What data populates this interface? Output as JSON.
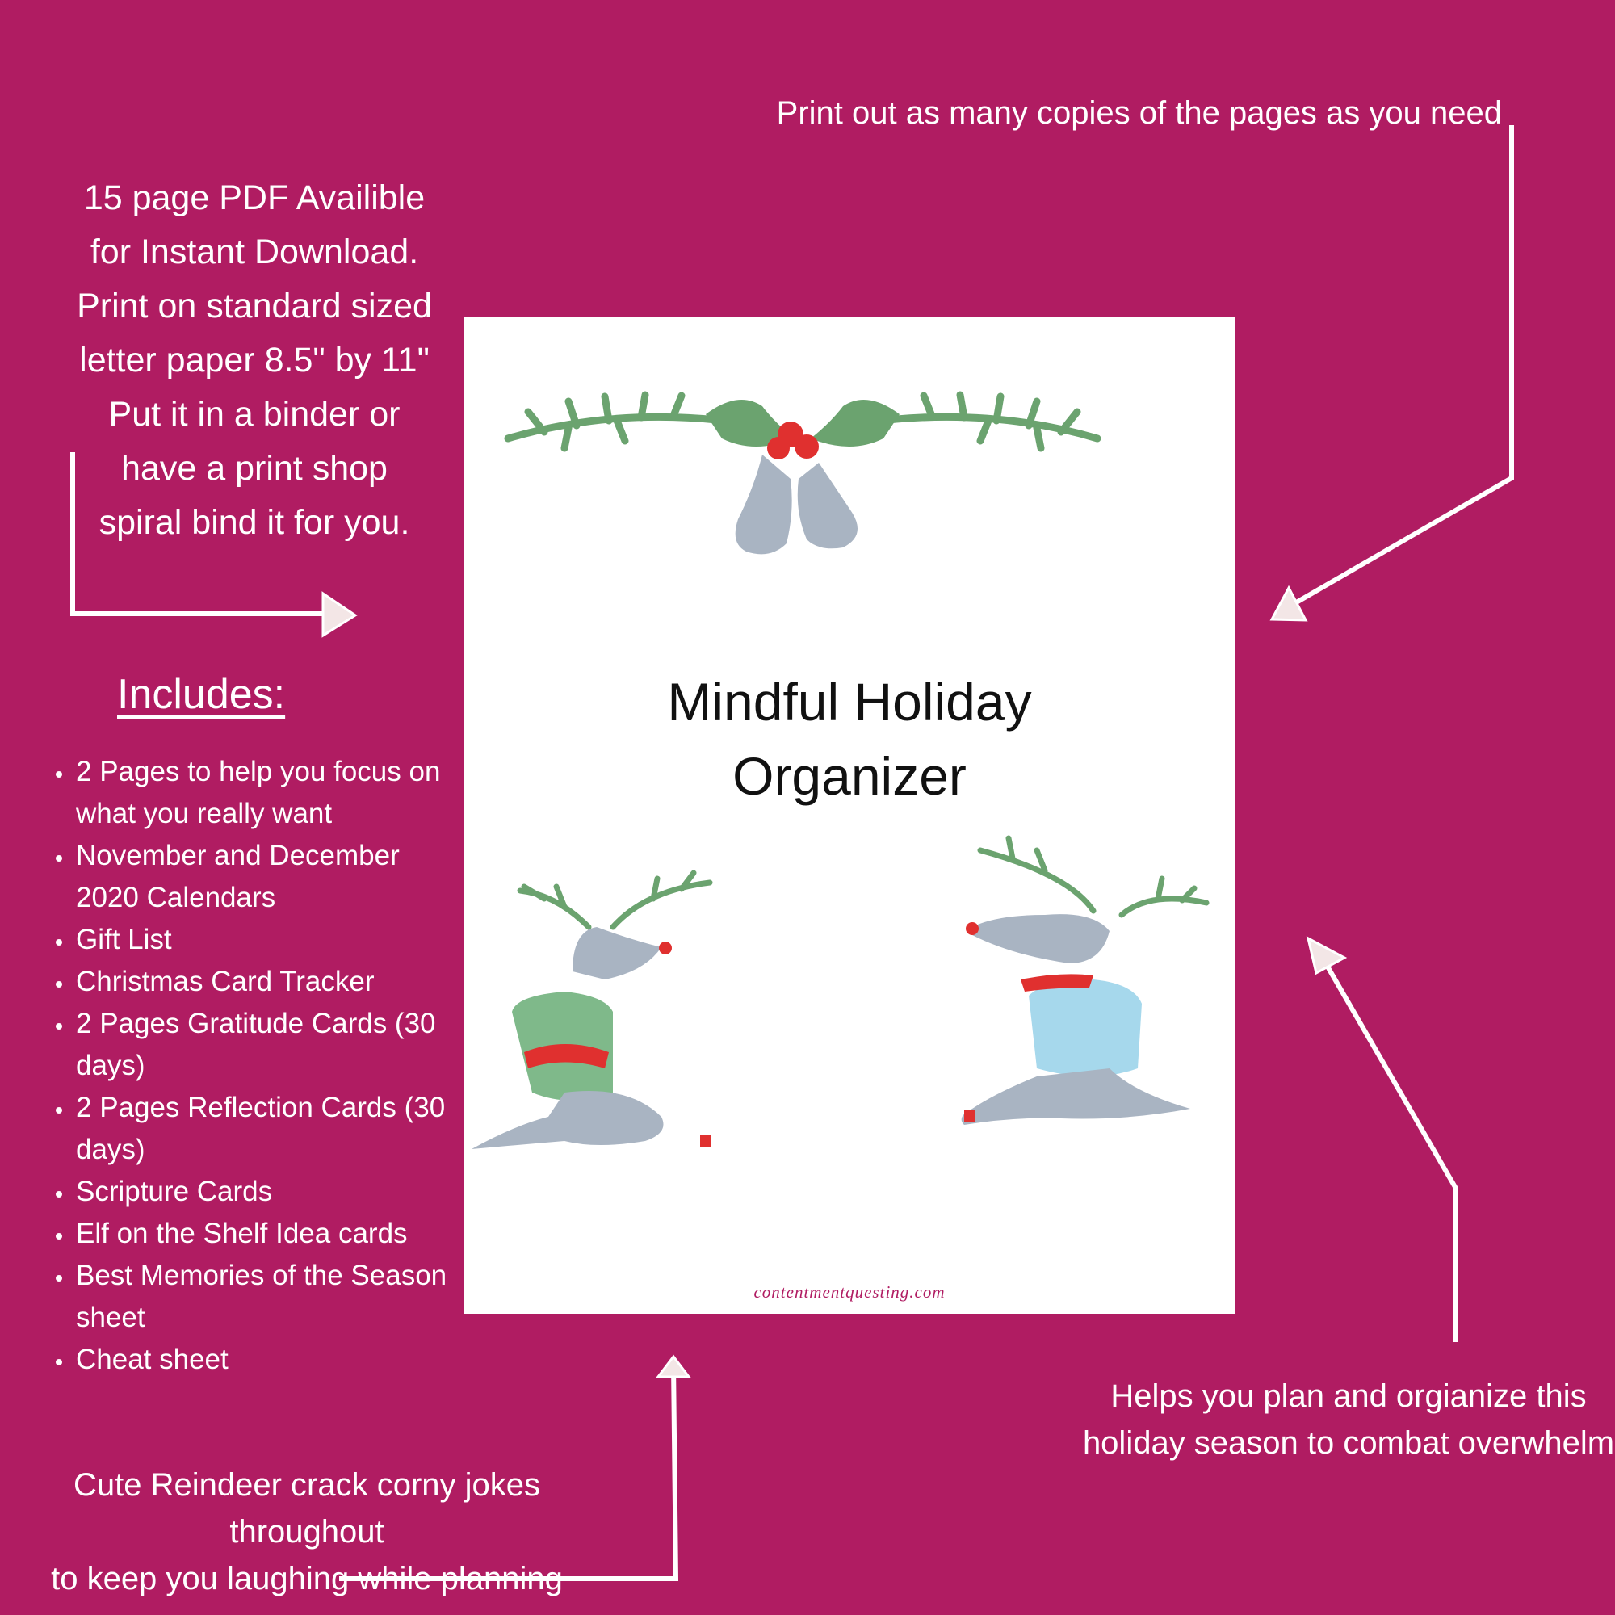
{
  "annotations": {
    "print_copies": "Print out as many copies of the pages as you need",
    "pdf_info": "15 page PDF Availible\nfor Instant Download.\nPrint on standard sized\nletter paper 8.5\" by 11\"\nPut it in a binder or\nhave a print shop\nspiral bind it for you.",
    "helps_plan": "Helps you plan and orgianize this\nholiday season to combat overwhelm",
    "reindeer_jokes": "Cute Reindeer crack  corny jokes throughout\nto keep you laughing while planning"
  },
  "includes": {
    "heading": "Includes:",
    "items": [
      "2 Pages to help you focus on what you really want",
      "November and December 2020 Calendars",
      "Gift List",
      "Christmas Card Tracker",
      "2 Pages Gratitude Cards (30 days)",
      "2 Pages Reflection Cards (30 days)",
      "Scripture Cards",
      "Elf on the Shelf Idea cards",
      "Best Memories of the Season sheet",
      "Cheat sheet"
    ]
  },
  "cover": {
    "title": "Mindful Holiday\nOrganizer",
    "website": "contentmentquesting.com"
  },
  "colors": {
    "background": "#b01c62",
    "leaf": "#6ba36f",
    "bell": "#a9b4c2",
    "berry": "#e0302f",
    "sweater_green": "#7fb98a",
    "sweater_blue": "#a6d8ec"
  }
}
